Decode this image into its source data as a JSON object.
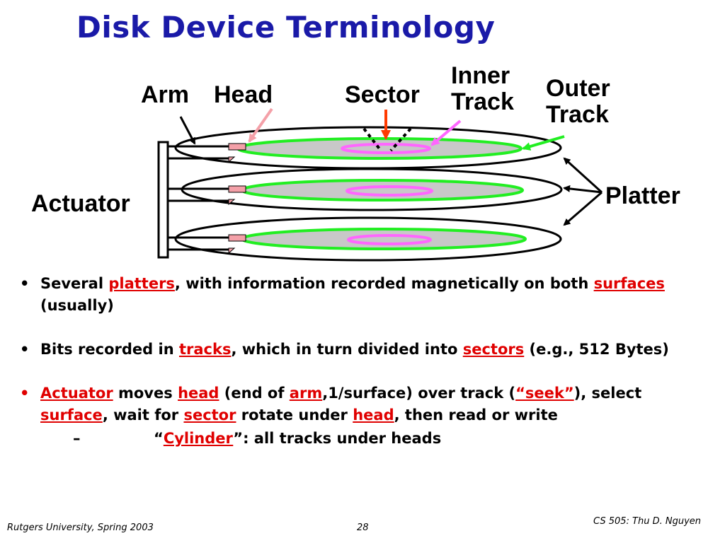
{
  "title": "Disk Device Terminology",
  "diagram": {
    "labels": {
      "arm": "Arm",
      "head": "Head",
      "sector": "Sector",
      "inner_track_1": "Inner",
      "inner_track_2": "Track",
      "outer_track_1": "Outer",
      "outer_track_2": "Track",
      "actuator": "Actuator",
      "platter": "Platter"
    },
    "colors": {
      "track_outer": "#22ee22",
      "track_inner": "#ff66ff",
      "head": "#f4a0a8",
      "sector_arrow": "#ff3b00",
      "platter_fill": "#c8c8c8"
    }
  },
  "bullets": [
    {
      "p1": "Several ",
      "e1": "platters",
      "p2": ", with information recorded magnetically on both ",
      "e2": "surfaces",
      "p3": " (usually)"
    },
    {
      "p1": "Bits recorded in ",
      "e1": "tracks",
      "p2": ", which in turn divided into ",
      "e2": "sectors",
      "p3": " (e.g., 512 Bytes)"
    },
    {
      "e1": "Actuator",
      "p1": " moves ",
      "e2": "head",
      "p2": " (end of ",
      "e3": "arm",
      "p3": ",1/surface) over track (",
      "e4": "“seek”",
      "p4": "), select ",
      "e5": "surface",
      "p5": ", wait for ",
      "e6": "sector",
      "p6": " rotate under ",
      "e7": "head",
      "p7": ", then read or write",
      "sub": {
        "dash": "–",
        "q1": "“",
        "e1": "Cylinder",
        "q2": "”: all tracks under heads"
      }
    }
  ],
  "footer": {
    "left": "Rutgers University, Spring 2003",
    "page": "28",
    "right": "CS 505: Thu D. Nguyen"
  }
}
